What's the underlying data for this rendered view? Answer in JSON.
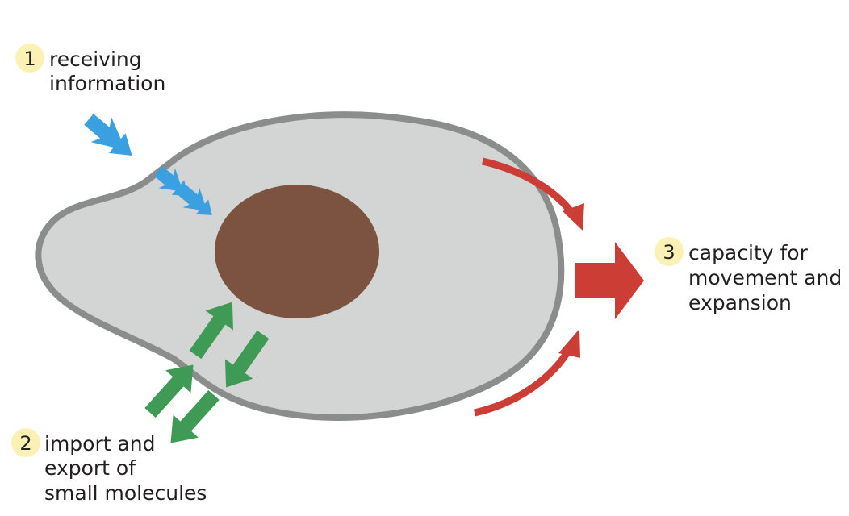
{
  "colors": {
    "cell_fill": "#d3d5d4",
    "cell_outline": "#8b8c8c",
    "nucleus": "#7c5240",
    "signal_arrow": "#3aa0e0",
    "transport_arrow": "#3f9a55",
    "movement_arrow": "#cc3d36",
    "badge": "#fbf1b4"
  },
  "callouts": [
    {
      "number": "1",
      "lines": [
        "receiving",
        "information"
      ],
      "icon": "lightning-signal-arrows"
    },
    {
      "number": "2",
      "lines": [
        "import and",
        "export of",
        "small molecules"
      ],
      "icon": "bidirectional-transport-arrows"
    },
    {
      "number": "3",
      "lines": [
        "capacity for",
        "movement and",
        "expansion"
      ],
      "icon": "forward-movement-arrows"
    }
  ]
}
